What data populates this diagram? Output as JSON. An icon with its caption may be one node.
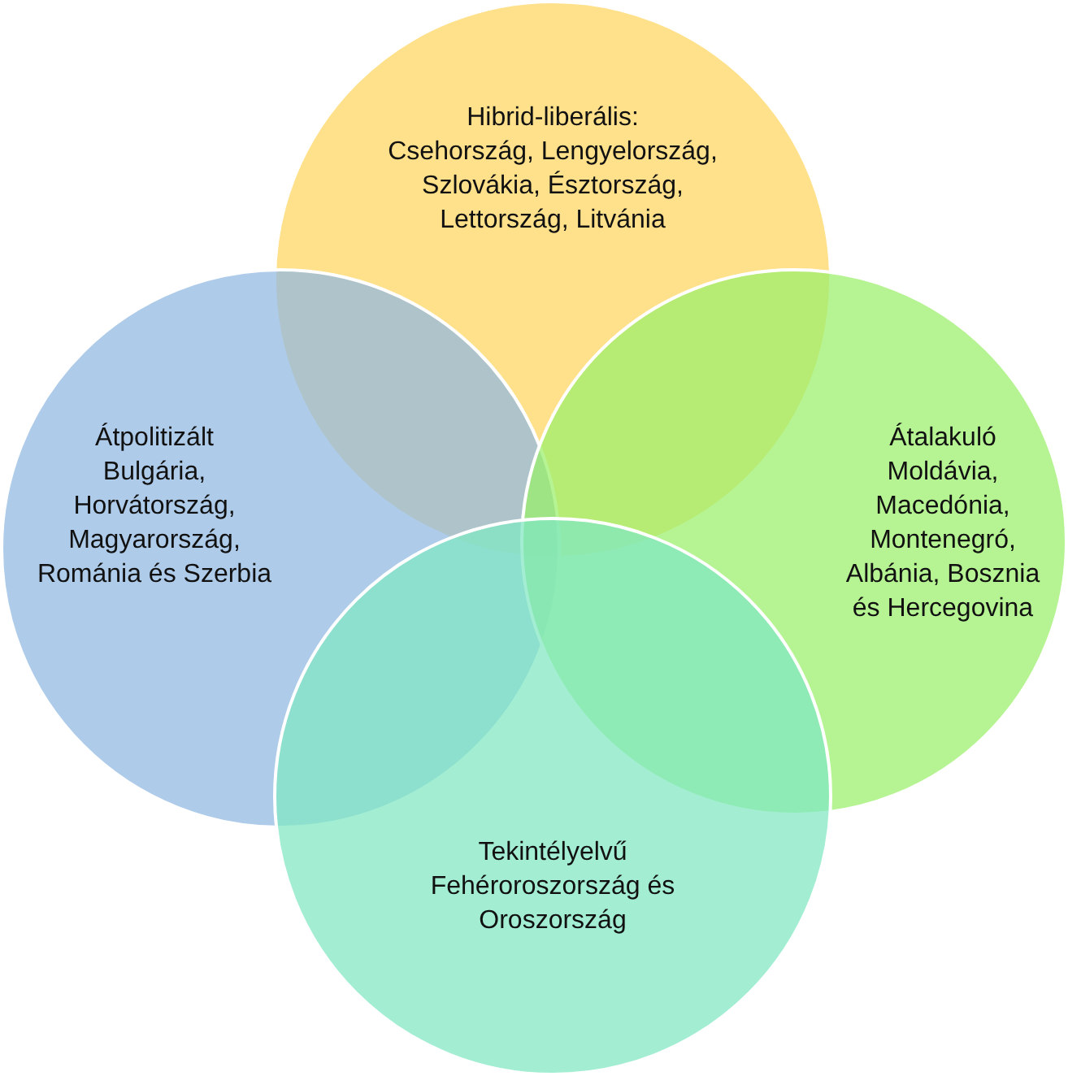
{
  "diagram": {
    "nodes": [
      {
        "text": [
          "Hibrid-liberális:",
          "Csehország, Lengyelország, Szlovákia, Észtország, Lettország, Litvánia"
        ]
      },
      {
        "text": [
          "Átpolitizált",
          "Bulgária, Horvátország, Magyarország, Románia és Szerbia"
        ]
      },
      {
        "text": [
          "Átalakuló",
          "Moldávia, Macedónia, Montenegró, Albánia, Bosznia és Hercegovina"
        ]
      },
      {
        "text": [
          "Tekintélyelvű",
          "Fehéroroszország és Oroszország"
        ]
      }
    ]
  }
}
